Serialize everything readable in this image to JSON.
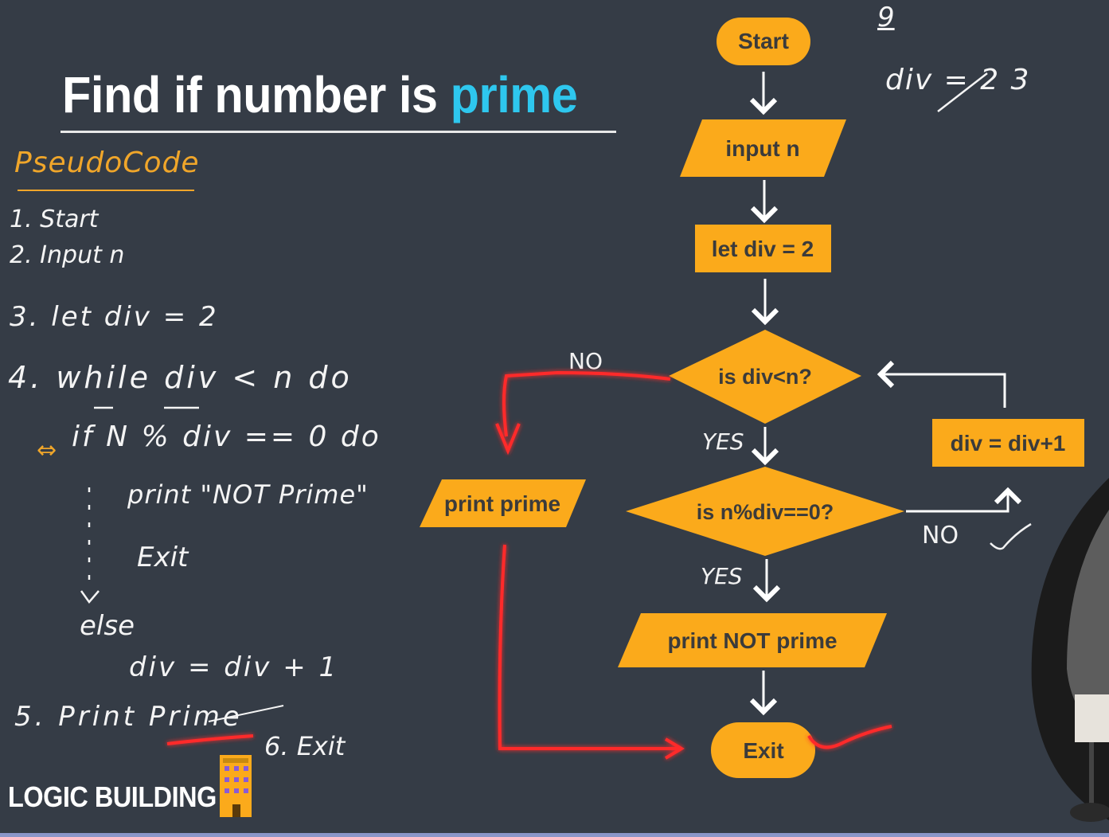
{
  "title": {
    "main": "Find if number is ",
    "highlight": "prime"
  },
  "pseudocode": {
    "heading": "PseudoCode",
    "lines": [
      "1. Start",
      "2. Input n",
      "3. let div = 2",
      "4. while div < n do",
      "if N % div == 0 do",
      "print \"NOT Prime\"",
      "Exit",
      "else",
      "div = div + 1",
      "5. Print Prime",
      "6. Exit"
    ]
  },
  "brand": "LOGIC BUILDING",
  "side_notes": {
    "n_value": "9",
    "div_trace": "div = 2 3"
  },
  "flowchart": {
    "start": "Start",
    "input": "input n",
    "init": "let div = 2",
    "loop_check": "is div<n?",
    "mod_check": "is n%div==0?",
    "increment": "div = div+1",
    "print_not_prime": "print NOT prime",
    "print_prime": "print prime",
    "exit": "Exit",
    "labels": {
      "no_1": "NO",
      "yes_1": "YES",
      "yes_2": "YES",
      "no_2": "NO"
    }
  },
  "colors": {
    "background": "#353c46",
    "shape_fill": "#fbaa1b",
    "highlight": "#2ec7ee",
    "annotation_red": "#ff2a2a",
    "pseudocode_heading": "#f0a62a"
  }
}
